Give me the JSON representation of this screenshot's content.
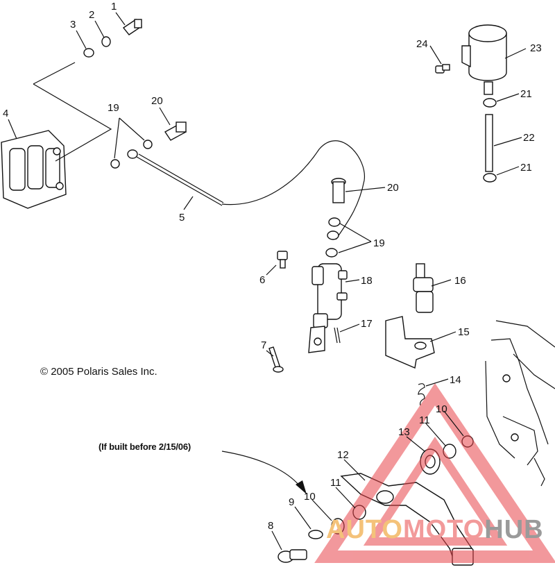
{
  "copyright": "© 2005 Polaris Sales Inc.",
  "note": "(If built before 2/15/06)",
  "watermark": {
    "part1": "AUTO",
    "part2": "MOTO",
    "part3": "HUB"
  },
  "colors": {
    "line": "#111111",
    "watermark_red": "#e8444a",
    "watermark_orange": "#f4c27a",
    "watermark_gray": "#9a9a9a"
  },
  "callouts": {
    "c1": "1",
    "c2": "2",
    "c3": "3",
    "c4": "4",
    "c5": "5",
    "c6": "6",
    "c7": "7",
    "c8": "8",
    "c9": "9",
    "c10a": "10",
    "c10b": "10",
    "c11a": "11",
    "c11b": "11",
    "c12": "12",
    "c13": "13",
    "c14": "14",
    "c15": "15",
    "c16": "16",
    "c17": "17",
    "c18": "18",
    "c19a": "19",
    "c19b": "19",
    "c20a": "20",
    "c20b": "20",
    "c21a": "21",
    "c21b": "21",
    "c22": "22",
    "c23": "23",
    "c24": "24"
  }
}
